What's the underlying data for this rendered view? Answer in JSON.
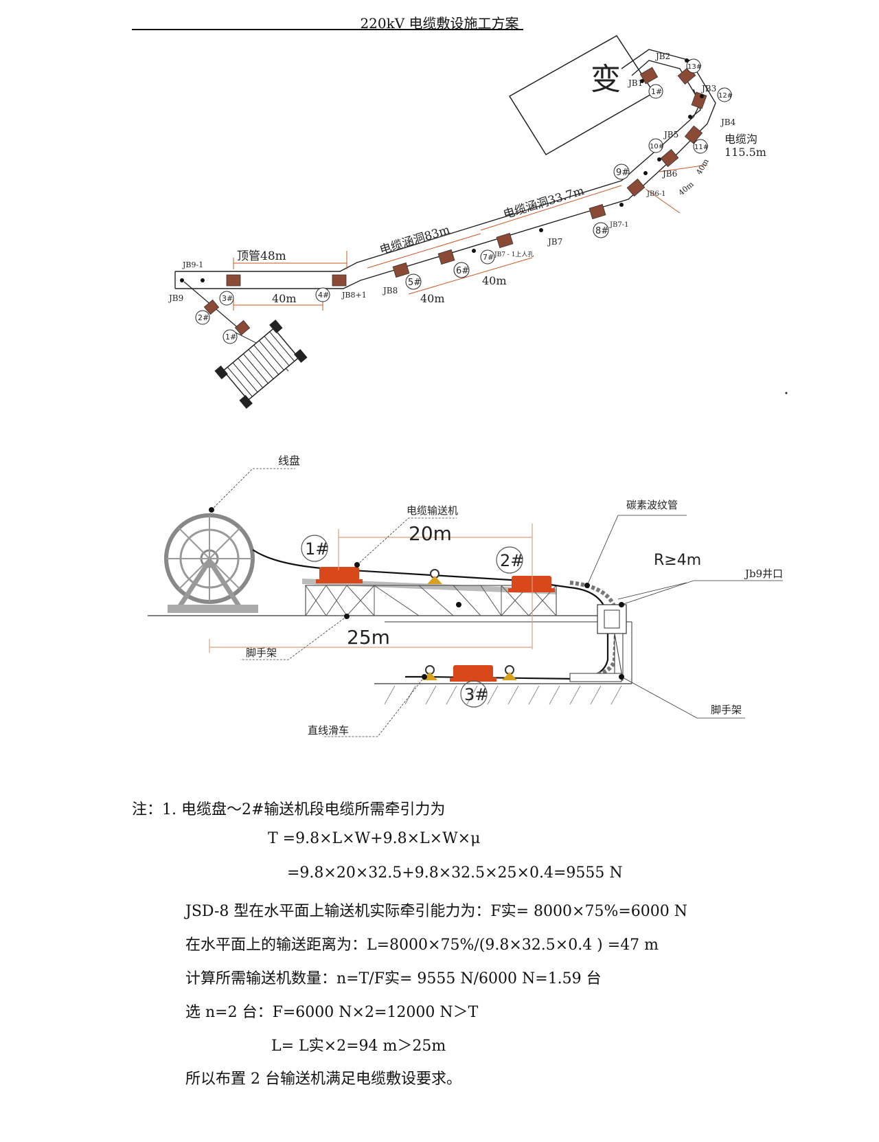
{
  "header": {
    "title": "220kV 电缆敷设施工方案"
  },
  "route_diagram": {
    "substation_label": "变",
    "junction_labels": [
      "JB1",
      "JB2",
      "JB3",
      "JB4",
      "JB5",
      "JB6",
      "JB6-1",
      "JB7",
      "JB7-1",
      "JB8",
      "JB8+1",
      "JB9",
      "JB9-1"
    ],
    "jb7_tag": "JB7 - 1上人孔",
    "conveyor_markers": [
      "1#",
      "2#",
      "3#",
      "4#",
      "5#",
      "6#",
      "7#",
      "8#",
      "9#",
      "10#",
      "11#",
      "12#",
      "13#",
      "1#"
    ],
    "segment_labels": {
      "pipe_jacking": "顶管48m",
      "culvert_83": "电缆涵洞83m",
      "culvert_33": "电缆涵洞33.7m",
      "trench_title": "电缆沟",
      "trench_length": "115.5m"
    },
    "spacing_labels": [
      "40m",
      "40m",
      "40m",
      "40m",
      "40m"
    ]
  },
  "laying_diagram": {
    "labels": {
      "drum": "线盘",
      "conveyor": "电缆输送机",
      "corrugated_pipe": "碳素波纹管",
      "bend_radius": "R≥4m",
      "well_mouth": "Jb9井口",
      "scaffold_upper": "脚手架",
      "scaffold_lower": "脚手架",
      "straight_roller": "直线滑车"
    },
    "dimensions": {
      "upper": "20m",
      "lower": "25m"
    },
    "markers": [
      "1#",
      "2#",
      "3#"
    ],
    "colors": {
      "conveyor": "#d9481a",
      "dimension_text": "#1a8a6a",
      "dimension_line": "#d9a07a",
      "roller": "#d9a020"
    }
  },
  "notes": {
    "line1": "注：1. 电缆盘～2#输送机段电缆所需牵引力为",
    "line2": "T =9.8×L×W+9.8×L×W×μ",
    "line3": "=9.8×20×32.5+9.8×32.5×25×0.4=9555 N",
    "line4": "JSD-8 型在水平面上输送机实际牵引能力为：F实= 8000×75%=6000 N",
    "line5": "在水平面上的输送距离为：L=8000×75%/(9.8×32.5×0.4 ) =47 m",
    "line6": "计算所需输送机数量：n=T/F实= 9555 N/6000 N=1.59 台",
    "line7": "选 n=2 台：F=6000 N×2=12000 N＞T",
    "line8": "L= L实×2=94 m＞25m",
    "line9": "所以布置 2 台输送机满足电缆敷设要求。"
  }
}
